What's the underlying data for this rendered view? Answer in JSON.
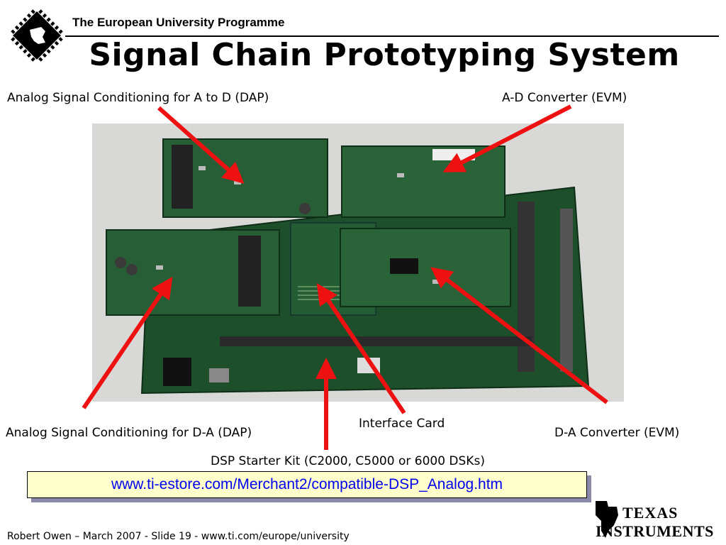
{
  "header": {
    "program": "The European University Programme",
    "title": "Signal Chain Prototyping System"
  },
  "labels": {
    "adc_conditioning": "Analog Signal Conditioning for A to D (DAP)",
    "adc_evm": "A-D Converter (EVM)",
    "interface_card": "Interface Card",
    "dac_conditioning": "Analog Signal Conditioning for D-A (DAP)",
    "dac_evm": "D-A Converter (EVM)",
    "dsk": "DSP Starter Kit (C2000, C5000 or 6000 DSKs)"
  },
  "link": {
    "url": "www.ti-estore.com/Merchant2/compatible-DSP_Analog.htm"
  },
  "logo": {
    "line1": "Texas",
    "line2": "Instruments"
  },
  "footer": {
    "text": "Robert Owen – March 2007 - Slide 19 - www.ti.com/europe/university"
  },
  "colors": {
    "arrow": "#ee1111",
    "pcb": "#1f5a2e",
    "link": "#0000ee",
    "link_box": "#ffffcc"
  },
  "icons": {
    "header_logo": "ti-chip-logo-icon",
    "footer_logo": "ti-texas-state-icon"
  }
}
